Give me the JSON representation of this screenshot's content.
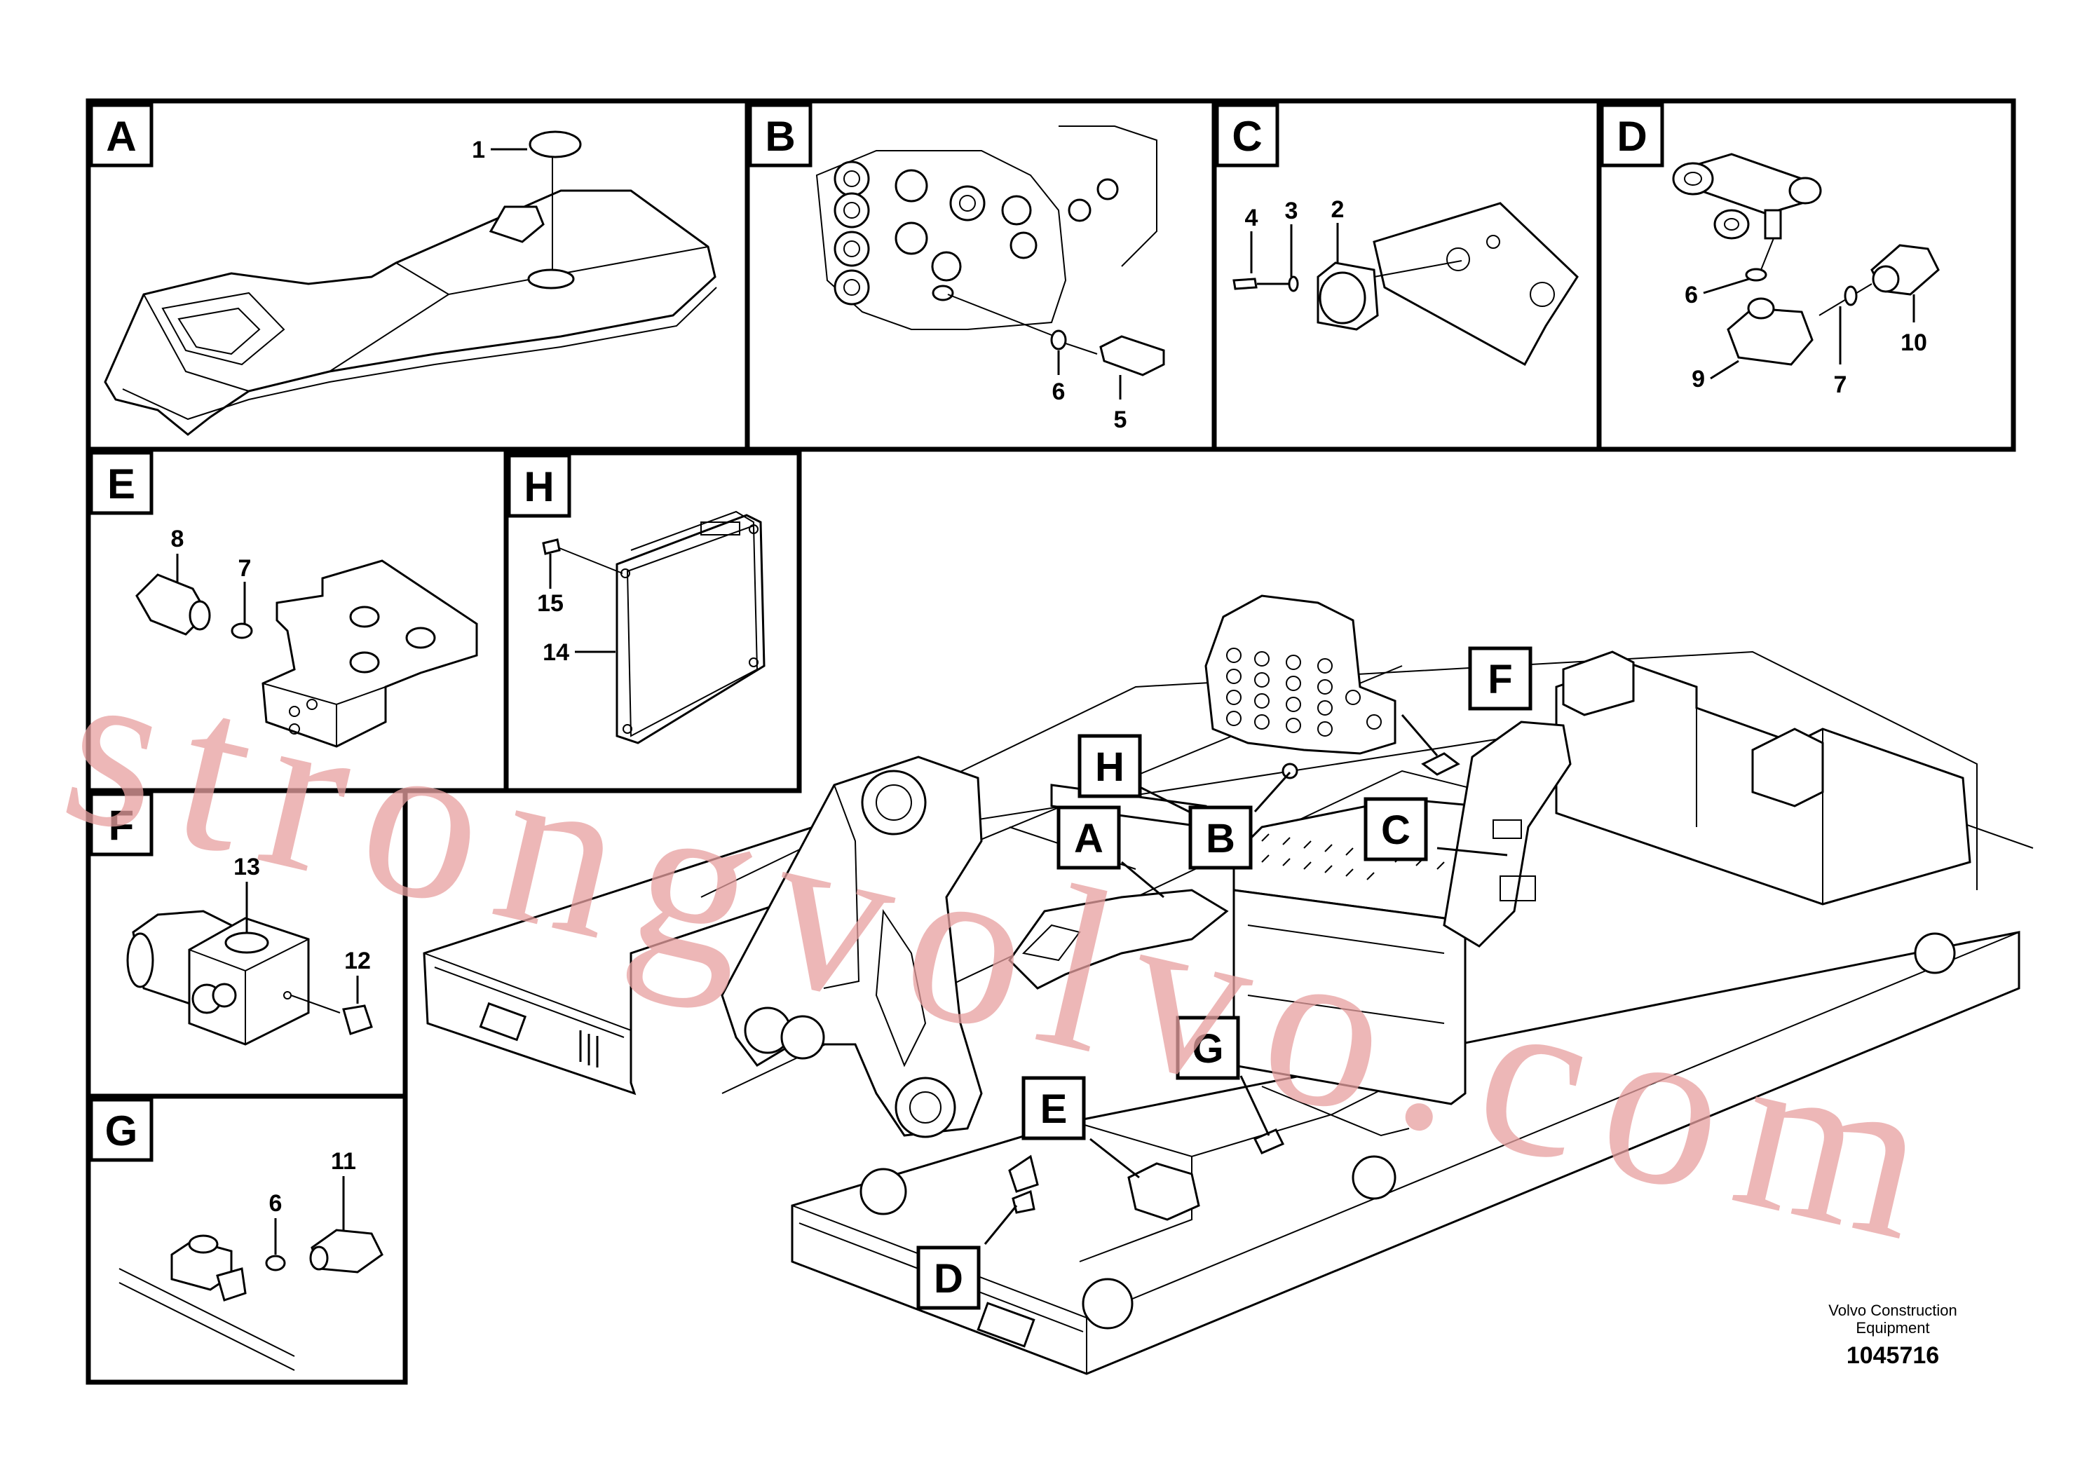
{
  "panels": [
    {
      "id": "A",
      "parts": [
        "1"
      ]
    },
    {
      "id": "B",
      "parts": [
        "6",
        "5"
      ]
    },
    {
      "id": "C",
      "parts": [
        "4",
        "3",
        "2"
      ]
    },
    {
      "id": "D",
      "parts": [
        "6",
        "9",
        "7",
        "10"
      ]
    },
    {
      "id": "E",
      "parts": [
        "8",
        "7"
      ]
    },
    {
      "id": "H",
      "parts": [
        "15",
        "14"
      ]
    },
    {
      "id": "F",
      "parts": [
        "13",
        "12"
      ]
    },
    {
      "id": "G",
      "parts": [
        "6",
        "11"
      ]
    }
  ],
  "callouts": [
    "H",
    "A",
    "B",
    "F",
    "C",
    "G",
    "E",
    "D"
  ],
  "watermark": "strongvolvo.com",
  "footer": {
    "company_line1": "Volvo Construction",
    "company_line2": "Equipment",
    "doc_number": "1045716"
  }
}
